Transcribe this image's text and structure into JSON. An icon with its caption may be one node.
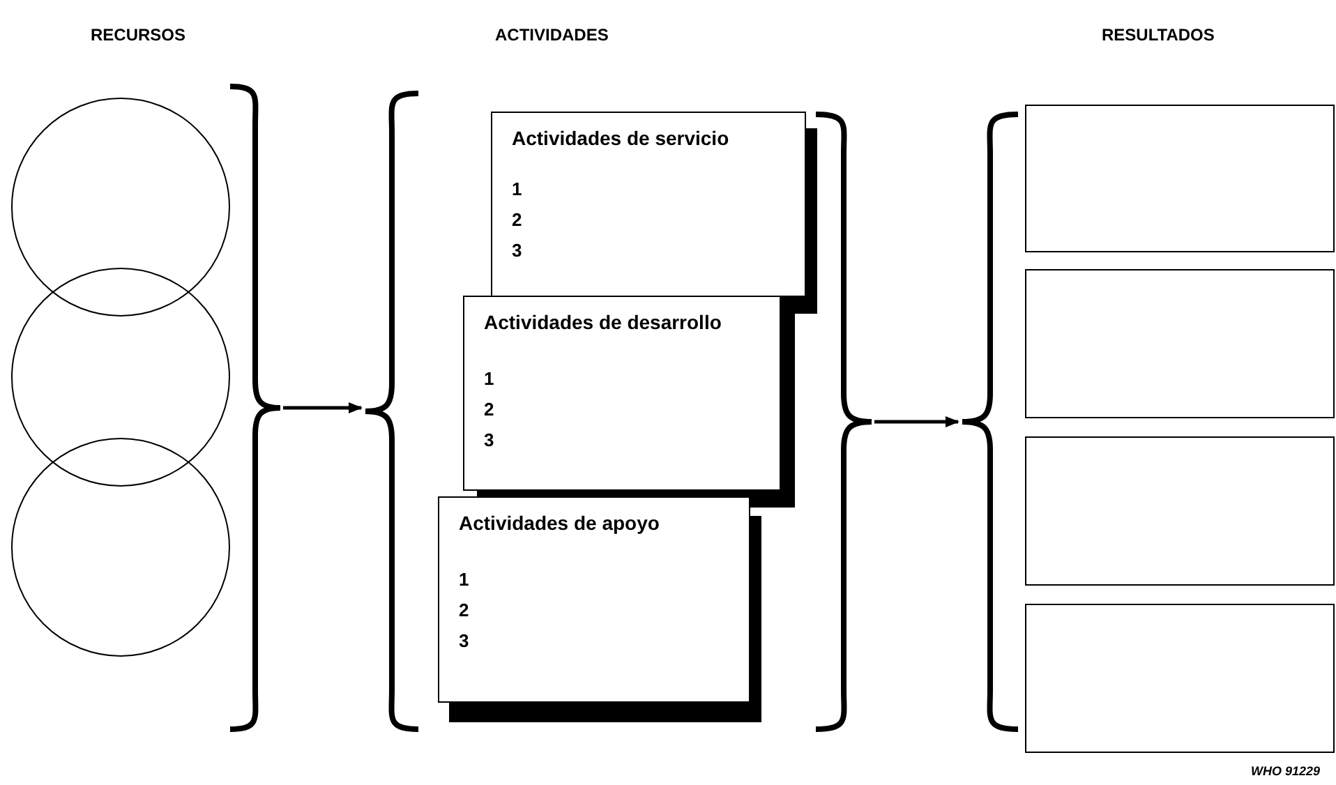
{
  "diagram": {
    "nodes": [
      {
        "text": [],
        "shape": "circle"
      },
      {
        "text": [],
        "shape": "circle"
      },
      {
        "text": [],
        "shape": "circle"
      },
      {
        "text": [],
        "shape": "brace"
      },
      {
        "text": [],
        "shape": "brace"
      },
      {
        "text": [
          "Actividades de servicio",
          "1",
          "2",
          "3"
        ]
      },
      {
        "text": [
          "Actividades de desarrollo",
          "1",
          "2",
          "3"
        ]
      },
      {
        "text": [
          "Actividades de apoyo",
          "1",
          "2",
          "3"
        ]
      },
      {
        "text": [],
        "shape": "brace"
      },
      {
        "text": [],
        "shape": "brace"
      },
      {
        "text": [],
        "shape": "box"
      },
      {
        "text": [],
        "shape": "box"
      },
      {
        "text": [],
        "shape": "box"
      },
      {
        "text": [],
        "shape": "box"
      }
    ],
    "edges": [
      {
        "from": 3,
        "to": 4,
        "arrow": "to"
      },
      {
        "from": 8,
        "to": 9,
        "arrow": "to"
      }
    ],
    "labels": [
      "RECURSOS",
      "ACTIVIDADES",
      "RESULTADOS",
      "WHO 91229"
    ]
  }
}
